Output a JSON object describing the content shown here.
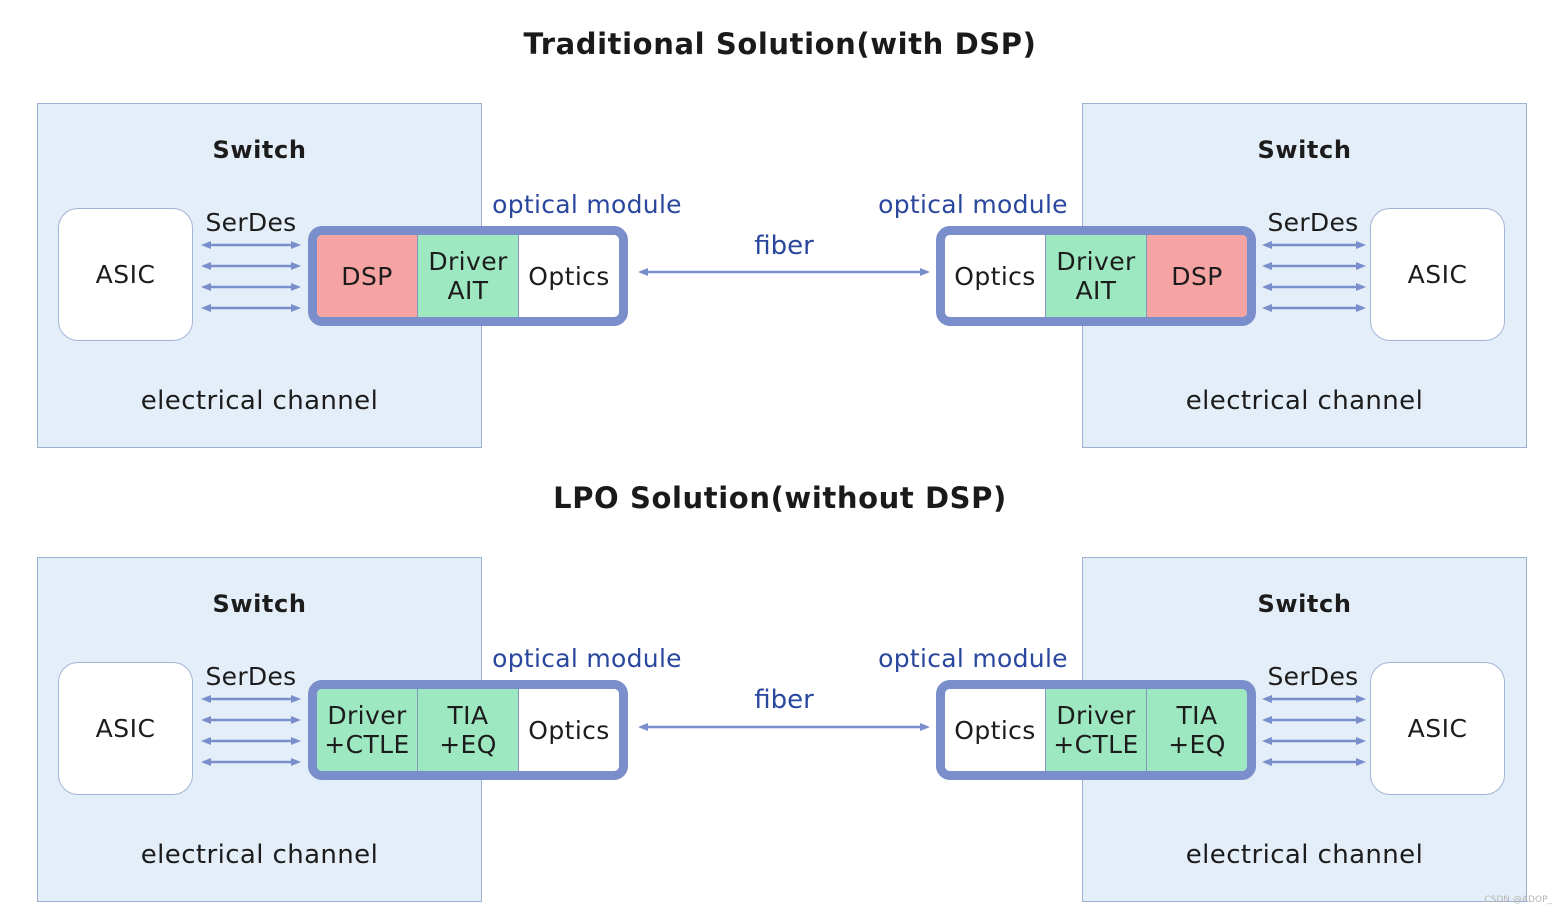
{
  "colors": {
    "switch_fill": "#e4eef8",
    "switch_border": "#9db1d2",
    "asic_border": "#a3b5d6",
    "module_border": "#7b8ecc",
    "divider": "#8696bd",
    "arrow": "#7b8ecc",
    "label_blue": "#2a479e"
  },
  "sections": [
    {
      "title": "Traditional Solution(with DSP)",
      "fiber_label": "fiber",
      "left": {
        "switch_label": "Switch",
        "asic_label": "ASIC",
        "serdes_label": "SerDes",
        "module_label": "optical module",
        "channel_label": "electrical channel",
        "cells": [
          {
            "lines": [
              "DSP"
            ],
            "fill": "#f5a3a3"
          },
          {
            "lines": [
              "Driver",
              "AIT"
            ],
            "fill": "#9de8c1"
          },
          {
            "lines": [
              "Optics"
            ],
            "fill": "#ffffff"
          }
        ]
      },
      "right": {
        "switch_label": "Switch",
        "asic_label": "ASIC",
        "serdes_label": "SerDes",
        "module_label": "optical module",
        "channel_label": "electrical channel",
        "cells": [
          {
            "lines": [
              "Optics"
            ],
            "fill": "#ffffff"
          },
          {
            "lines": [
              "Driver",
              "AIT"
            ],
            "fill": "#9de8c1"
          },
          {
            "lines": [
              "DSP"
            ],
            "fill": "#f5a3a3"
          }
        ]
      }
    },
    {
      "title": "LPO Solution(without DSP)",
      "fiber_label": "fiber",
      "left": {
        "switch_label": "Switch",
        "asic_label": "ASIC",
        "serdes_label": "SerDes",
        "module_label": "optical module",
        "channel_label": "electrical channel",
        "cells": [
          {
            "lines": [
              "Driver",
              "+CTLE"
            ],
            "fill": "#9de8c1"
          },
          {
            "lines": [
              "TIA",
              "+EQ"
            ],
            "fill": "#9de8c1"
          },
          {
            "lines": [
              "Optics"
            ],
            "fill": "#ffffff"
          }
        ]
      },
      "right": {
        "switch_label": "Switch",
        "asic_label": "ASIC",
        "serdes_label": "SerDes",
        "module_label": "optical module",
        "channel_label": "electrical channel",
        "cells": [
          {
            "lines": [
              "Optics"
            ],
            "fill": "#ffffff"
          },
          {
            "lines": [
              "Driver",
              "+CTLE"
            ],
            "fill": "#9de8c1"
          },
          {
            "lines": [
              "TIA",
              "+EQ"
            ],
            "fill": "#9de8c1"
          }
        ]
      }
    }
  ],
  "watermark": "CSDN @ADOP_"
}
